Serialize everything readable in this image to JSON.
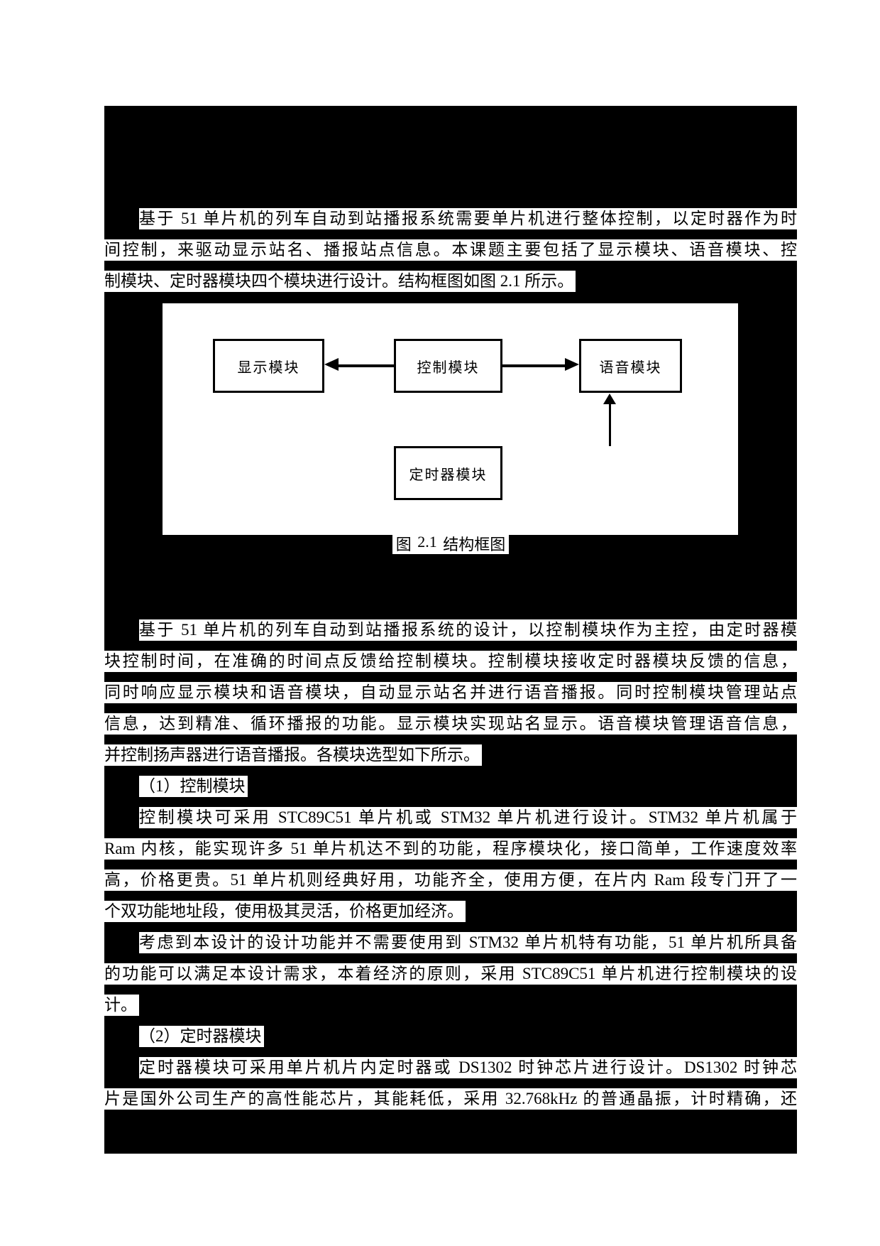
{
  "colors": {
    "page_background": "#ffffff",
    "content_background": "#000000",
    "line_highlight": "#ffffff",
    "text": "#000000",
    "diagram_background": "#ffffff",
    "diagram_border": "#000000"
  },
  "content": {
    "para1": [
      "基于 51 单片机的列车自动到站播报系统需要单片机进行整体控制，以定时器作为时",
      "间控制，来驱动显示站名、播报站点信息。本课题主要包括了显示模块、语音模块、控",
      "制模块、定时器模块四个模块进行设计。结构框图如图 2.1 所示。"
    ],
    "para2": [
      "基于 51 单片机的列车自动到站播报系统的设计，以控制模块作为主控，由定时器模",
      "块控制时间，在准确的时间点反馈给控制模块。控制模块接收定时器模块反馈的信息，",
      "同时响应显示模块和语音模块，自动显示站名并进行语音播报。同时控制模块管理站点",
      "信息，达到精准、循环播报的功能。显示模块实现站名显示。语音模块管理语音信息，",
      "并控制扬声器进行语音播报。各模块选型如下所示。"
    ],
    "heading1": "（1）控制模块",
    "para3": [
      "控制模块可采用 STC89C51 单片机或 STM32 单片机进行设计。STM32 单片机属于",
      "Ram 内核，能实现许多 51 单片机达不到的功能，程序模块化，接口简单，工作速度效率",
      "高，价格更贵。51 单片机则经典好用，功能齐全，使用方便，在片内 Ram 段专门开了一",
      "个双功能地址段，使用极其灵活，价格更加经济。"
    ],
    "para4": [
      "考虑到本设计的设计功能并不需要使用到 STM32 单片机特有功能，51 单片机所具备",
      "的功能可以满足本设计需求，本着经济的原则，采用 STC89C51 单片机进行控制模块的设",
      "计。"
    ],
    "heading2": "（2）定时器模块",
    "para5": [
      "定时器模块可采用单片机片内定时器或 DS1302 时钟芯片进行设计。DS1302 时钟芯",
      "片是国外公司生产的高性能芯片，其能耗低，采用 32.768kHz 的普通晶振，计时精确，还"
    ]
  },
  "figure": {
    "boxes": {
      "display": "显示模块",
      "control": "控制模块",
      "voice": "语音模块",
      "timer": "定时器模块"
    },
    "arrows": [
      "control-to-display",
      "control-to-voice",
      "timer-to-control"
    ],
    "caption": {
      "prefix": "图 ",
      "number": "2.1",
      "suffix": " 结构框图"
    }
  }
}
